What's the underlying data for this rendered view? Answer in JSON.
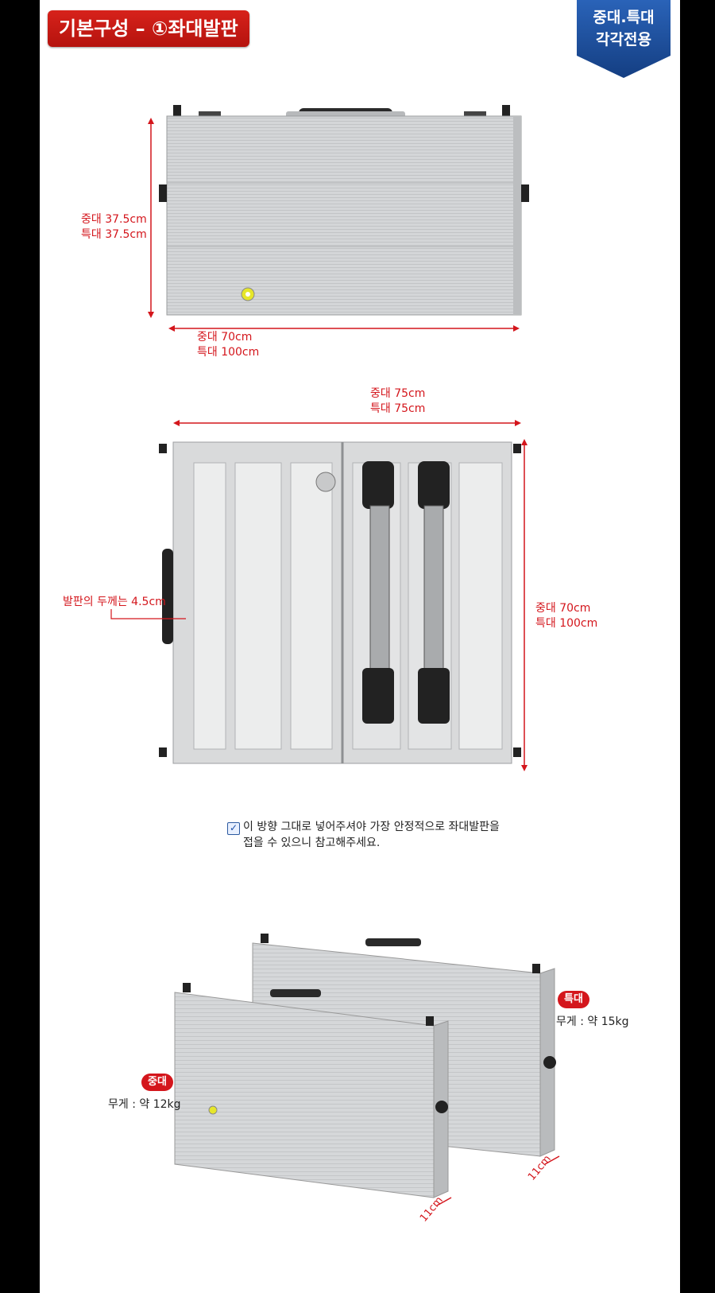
{
  "header": {
    "title": "기본구성 – ①좌대발판",
    "badge_line1": "중대.특대",
    "badge_line2": "각각전용"
  },
  "top_view": {
    "height_mid": "중대 37.5cm",
    "height_large": "특대 37.5cm",
    "width_mid": "중대 70cm",
    "width_large": "특대 100cm"
  },
  "open_view": {
    "width_mid": "중대 75cm",
    "width_large": "특대 75cm",
    "thickness": "발판의 두께는 4.5cm",
    "height_mid": "중대 70cm",
    "height_large": "특대 100cm"
  },
  "note": {
    "line1": "이 방향 그대로 넣어주셔야 가장 안정적으로 좌대발판을",
    "line2": "접을 수 있으니 참고해주세요."
  },
  "perspective": {
    "large_tag": "특대",
    "large_weight": "무게 : 약 15kg",
    "mid_tag": "중대",
    "mid_weight": "무게 : 약 12kg",
    "depth_large": "11cm",
    "depth_mid": "11cm"
  },
  "colors": {
    "accent_red": "#d4161c",
    "badge_blue": "#1f4f9c",
    "aluminum": "#cfd1d3"
  }
}
